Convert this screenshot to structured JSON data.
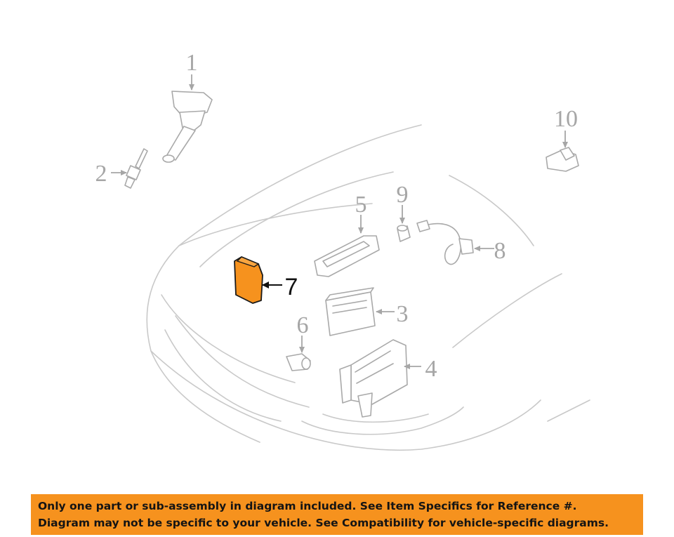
{
  "diagram": {
    "highlight_color": "#f6921e",
    "callouts": [
      {
        "id": "1",
        "label": "1"
      },
      {
        "id": "2",
        "label": "2"
      },
      {
        "id": "3",
        "label": "3"
      },
      {
        "id": "4",
        "label": "4"
      },
      {
        "id": "5",
        "label": "5"
      },
      {
        "id": "6",
        "label": "6"
      },
      {
        "id": "7",
        "label": "7",
        "highlighted": true
      },
      {
        "id": "8",
        "label": "8"
      },
      {
        "id": "9",
        "label": "9"
      },
      {
        "id": "10",
        "label": "10"
      }
    ]
  },
  "notice": {
    "line1": "Only one part or sub-assembly in diagram included. See Item Specifics for Reference #.",
    "line2": "Diagram may not be specific to your vehicle. See Compatibility for vehicle-specific diagrams.",
    "background": "#f6921e"
  }
}
